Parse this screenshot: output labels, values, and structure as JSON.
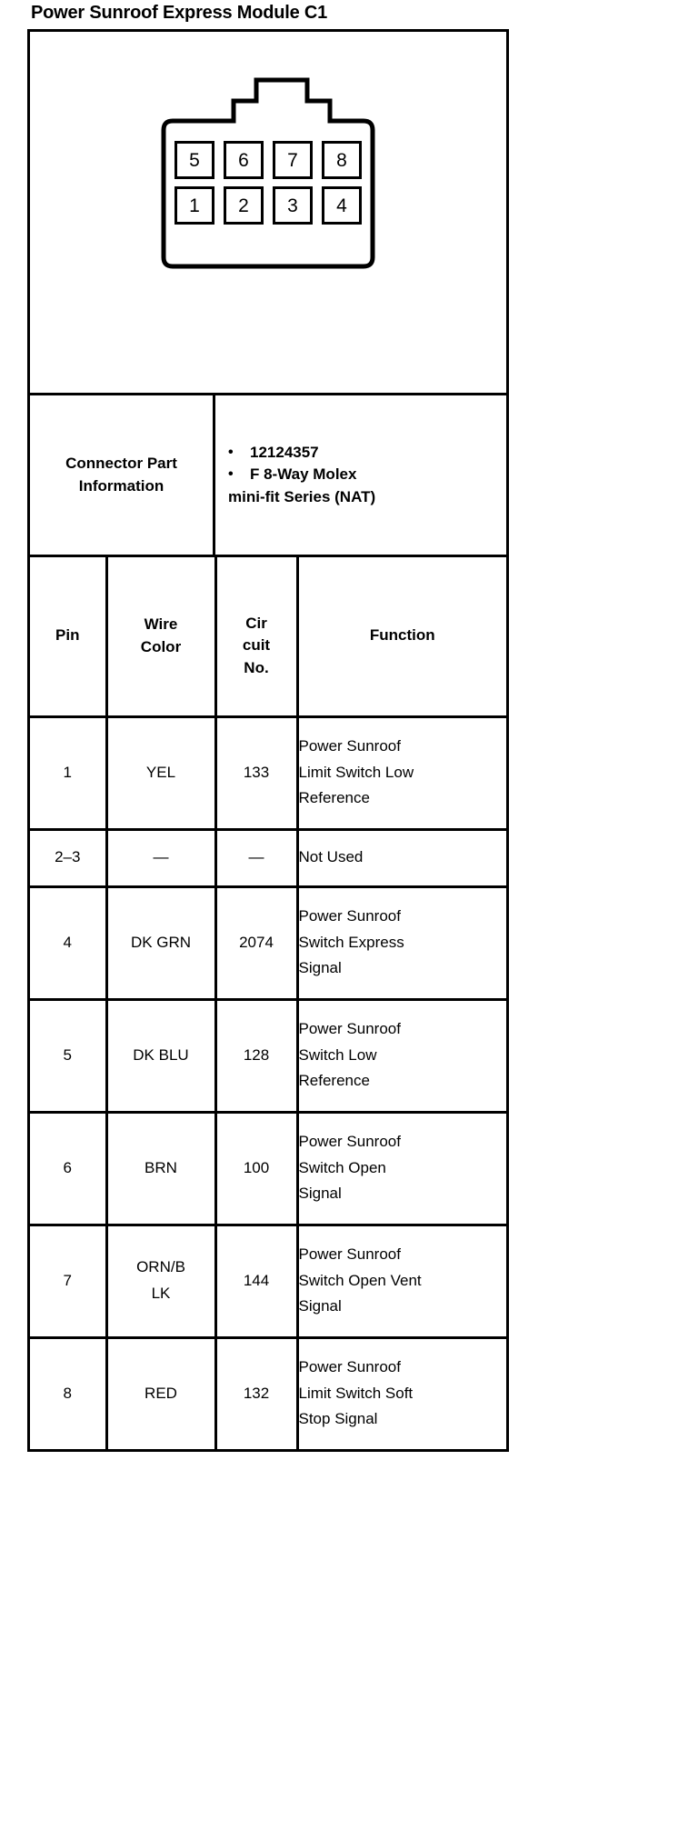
{
  "title": "Power Sunroof Express Module C1",
  "connector_diagram": {
    "name": "8-way-connector-face-view",
    "top_row": [
      "5",
      "6",
      "7",
      "8"
    ],
    "bottom_row": [
      "1",
      "2",
      "3",
      "4"
    ]
  },
  "connector_info": {
    "label": "Connector Part Information",
    "bullets": [
      "12124357",
      "F 8-Way Molex mini-fit Series (NAT)"
    ],
    "bullet_lines": [
      [
        "12124357"
      ],
      [
        "F 8-Way Molex",
        "mini-fit Series (NAT)"
      ]
    ]
  },
  "pin_table": {
    "headers": {
      "pin": "Pin",
      "wire_color_line1": "Wire",
      "wire_color_line2": "Color",
      "circuit_line1": "Cir",
      "circuit_line2": "cuit",
      "circuit_line3": "No.",
      "function": "Function"
    },
    "rows": [
      {
        "pin": "1",
        "wire_color": "YEL",
        "wire_color_lines": [
          "YEL"
        ],
        "circuit": "133",
        "function": "Power Sunroof Limit Switch Low Reference",
        "function_lines": [
          "Power Sunroof",
          "Limit Switch Low",
          "Reference"
        ],
        "size": "tall"
      },
      {
        "pin": "2–3",
        "wire_color": "—",
        "wire_color_lines": [
          "—"
        ],
        "circuit": "—",
        "function": "Not Used",
        "function_lines": [
          "Not Used"
        ],
        "size": "short"
      },
      {
        "pin": "4",
        "wire_color": "DK GRN",
        "wire_color_lines": [
          "DK GRN"
        ],
        "circuit": "2074",
        "function": "Power Sunroof Switch Express Signal",
        "function_lines": [
          "Power Sunroof",
          "Switch Express",
          "Signal"
        ],
        "size": "tall"
      },
      {
        "pin": "5",
        "wire_color": "DK BLU",
        "wire_color_lines": [
          "DK BLU"
        ],
        "circuit": "128",
        "function": "Power Sunroof Switch Low Reference",
        "function_lines": [
          "Power Sunroof",
          "Switch Low",
          "Reference"
        ],
        "size": "tall"
      },
      {
        "pin": "6",
        "wire_color": "BRN",
        "wire_color_lines": [
          "BRN"
        ],
        "circuit": "100",
        "function": "Power Sunroof Switch Open Signal",
        "function_lines": [
          "Power Sunroof",
          "Switch Open",
          "Signal"
        ],
        "size": "tall"
      },
      {
        "pin": "7",
        "wire_color": "ORN/BLK",
        "wire_color_lines": [
          "ORN/B",
          "LK"
        ],
        "circuit": "144",
        "function": "Power Sunroof Switch Open Vent Signal",
        "function_lines": [
          "Power Sunroof",
          "Switch Open Vent",
          "Signal"
        ],
        "size": "tall"
      },
      {
        "pin": "8",
        "wire_color": "RED",
        "wire_color_lines": [
          "RED"
        ],
        "circuit": "132",
        "function": "Power Sunroof Limit Switch Soft Stop Signal",
        "function_lines": [
          "Power Sunroof",
          "Limit Switch Soft",
          "Stop Signal"
        ],
        "size": "tall"
      }
    ]
  },
  "colors": {
    "ink": "#000000",
    "paper": "#ffffff"
  }
}
